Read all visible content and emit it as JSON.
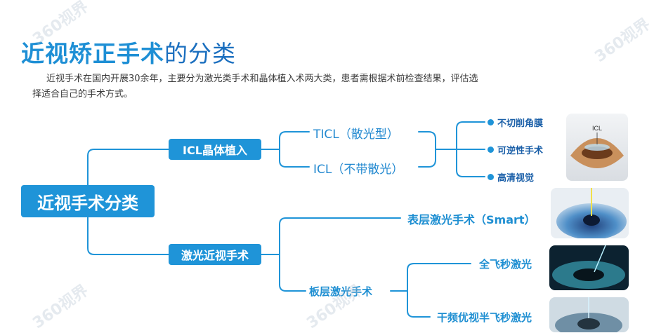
{
  "title": {
    "main": "近视矫正手术",
    "tail": "的分类"
  },
  "intro": "近视手术在国内开展30余年，主要分为激光类手术和晶体植入术两大类，患者需根据术前检查结果，评估选择适合自己的手术方式。",
  "root": "近视手术分类",
  "categories": [
    {
      "label": "ICL晶体植入",
      "children": [
        "TICL（散光型）",
        "ICL（不带散光）"
      ],
      "features": [
        "不切削角膜",
        "可逆性手术",
        "高清视觉"
      ]
    },
    {
      "label": "激光近视手术",
      "children": [
        "表层激光手术（Smart）",
        "板层激光手术"
      ],
      "subchildren": [
        "全飞秒激光",
        "干频优视半飞秒激光"
      ]
    }
  ],
  "photo_label": "ICL",
  "watermark": "360视界",
  "colors": {
    "accent": "#1f94d8",
    "title": "#1e8fd5",
    "line": "#1f94d8"
  }
}
